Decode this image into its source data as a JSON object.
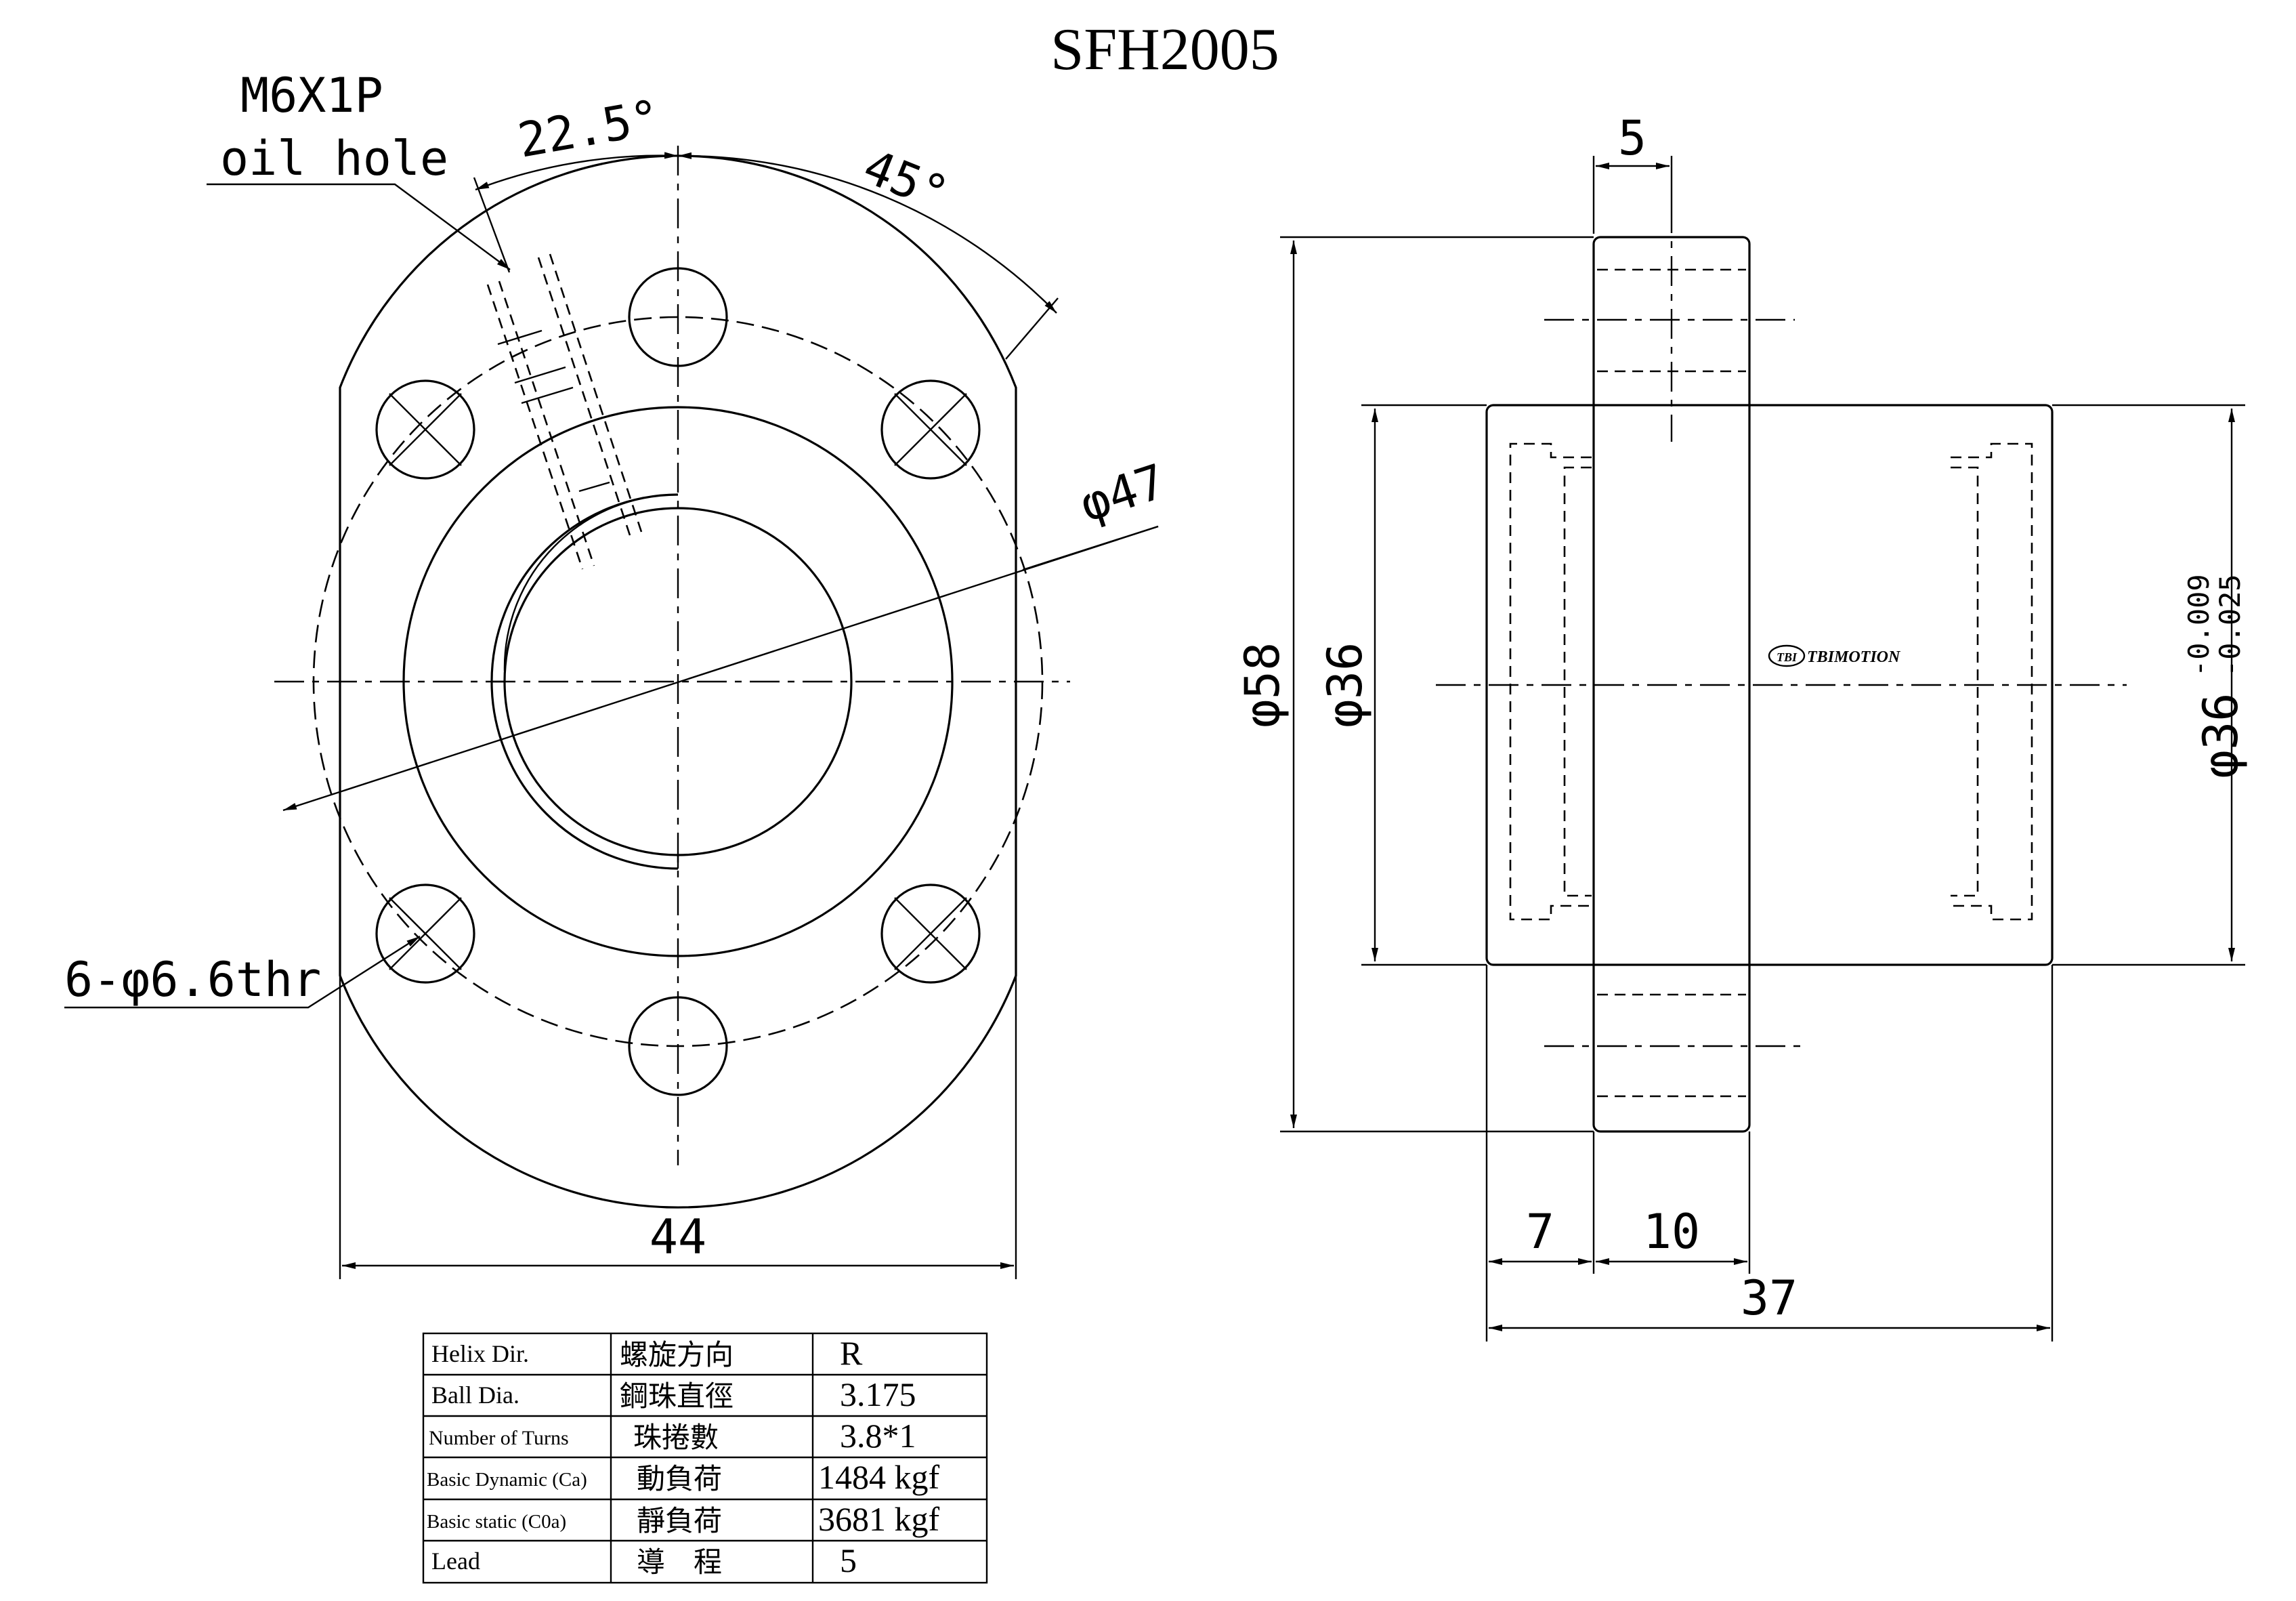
{
  "title": "SFH2005",
  "front_view": {
    "thread_note_line1": "M6X1P",
    "thread_note_line2": "oil hole",
    "angle_small": "22.5°",
    "angle_large": "45°",
    "pcd_label": "φ47",
    "holes_label": "6-φ6.6thr",
    "width_label": "44"
  },
  "side_view": {
    "flange_thickness": "5",
    "outer_dia": "φ58",
    "body_dia": "φ36",
    "body_dia_tol_label": "φ36",
    "tol_upper": "-0.009",
    "tol_lower": "-0.025",
    "spigot_length": "7",
    "flange_length": "10",
    "total_length": "37",
    "logo_mark": "TBI",
    "logo_text": "TBIMOTION"
  },
  "spec_table": {
    "rows": [
      {
        "en": "Helix  Dir.",
        "cn": "螺旋方向",
        "val": "R"
      },
      {
        "en": "Ball Dia.",
        "cn": "鋼珠直徑",
        "val": "3.175"
      },
      {
        "en": "Number of Turns",
        "cn": "珠捲數",
        "val": "3.8*1"
      },
      {
        "en": "Basic Dynamic (Ca)",
        "cn": "動負荷",
        "val": "1484 kgf"
      },
      {
        "en": "Basic static (C0a)",
        "cn": "靜負荷",
        "val": "3681 kgf"
      },
      {
        "en": "Lead",
        "cn": "導　程",
        "val": "5"
      }
    ]
  }
}
